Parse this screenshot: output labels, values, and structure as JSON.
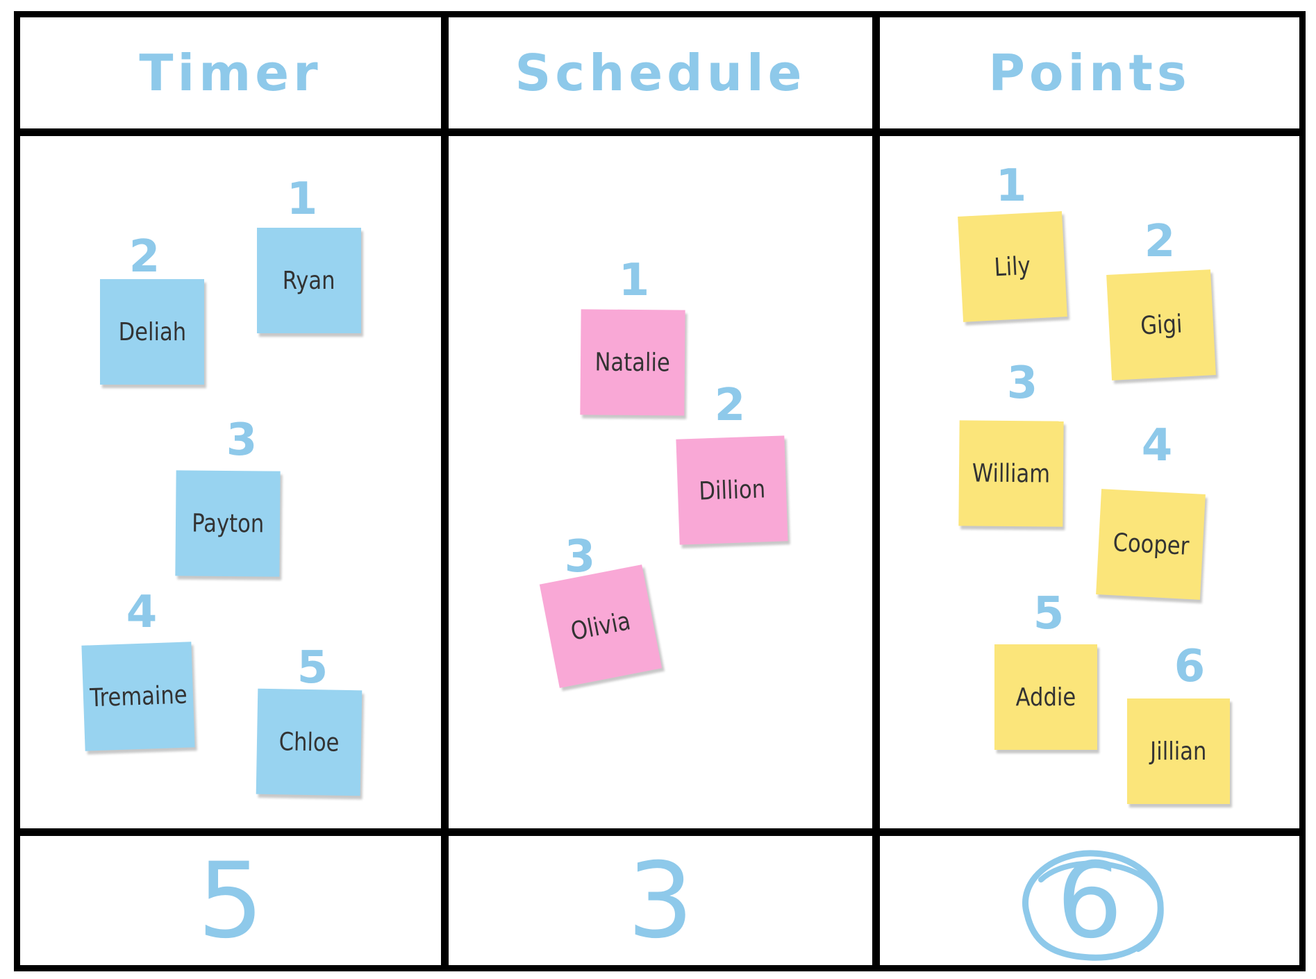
{
  "colors": {
    "accent_marker": "#8ec9ea",
    "timer_note": "#98d3f0",
    "schedule_note": "#f9a8d6",
    "points_note": "#fbe57a",
    "grid_line": "#000000"
  },
  "columns": [
    {
      "header": "Timer",
      "total": "5",
      "circled": false,
      "notes": [
        {
          "rank": "1",
          "name": "Ryan"
        },
        {
          "rank": "2",
          "name": "Deliah"
        },
        {
          "rank": "3",
          "name": "Payton"
        },
        {
          "rank": "4",
          "name": "Tremaine"
        },
        {
          "rank": "5",
          "name": "Chloe"
        }
      ]
    },
    {
      "header": "Schedule",
      "total": "3",
      "circled": false,
      "notes": [
        {
          "rank": "1",
          "name": "Natalie"
        },
        {
          "rank": "2",
          "name": "Dillion"
        },
        {
          "rank": "3",
          "name": "Olivia"
        }
      ]
    },
    {
      "header": "Points",
      "total": "6",
      "circled": true,
      "notes": [
        {
          "rank": "1",
          "name": "Lily"
        },
        {
          "rank": "2",
          "name": "Gigi"
        },
        {
          "rank": "3",
          "name": "William"
        },
        {
          "rank": "4",
          "name": "Cooper"
        },
        {
          "rank": "5",
          "name": "Addie"
        },
        {
          "rank": "6",
          "name": "Jillian"
        }
      ]
    }
  ]
}
